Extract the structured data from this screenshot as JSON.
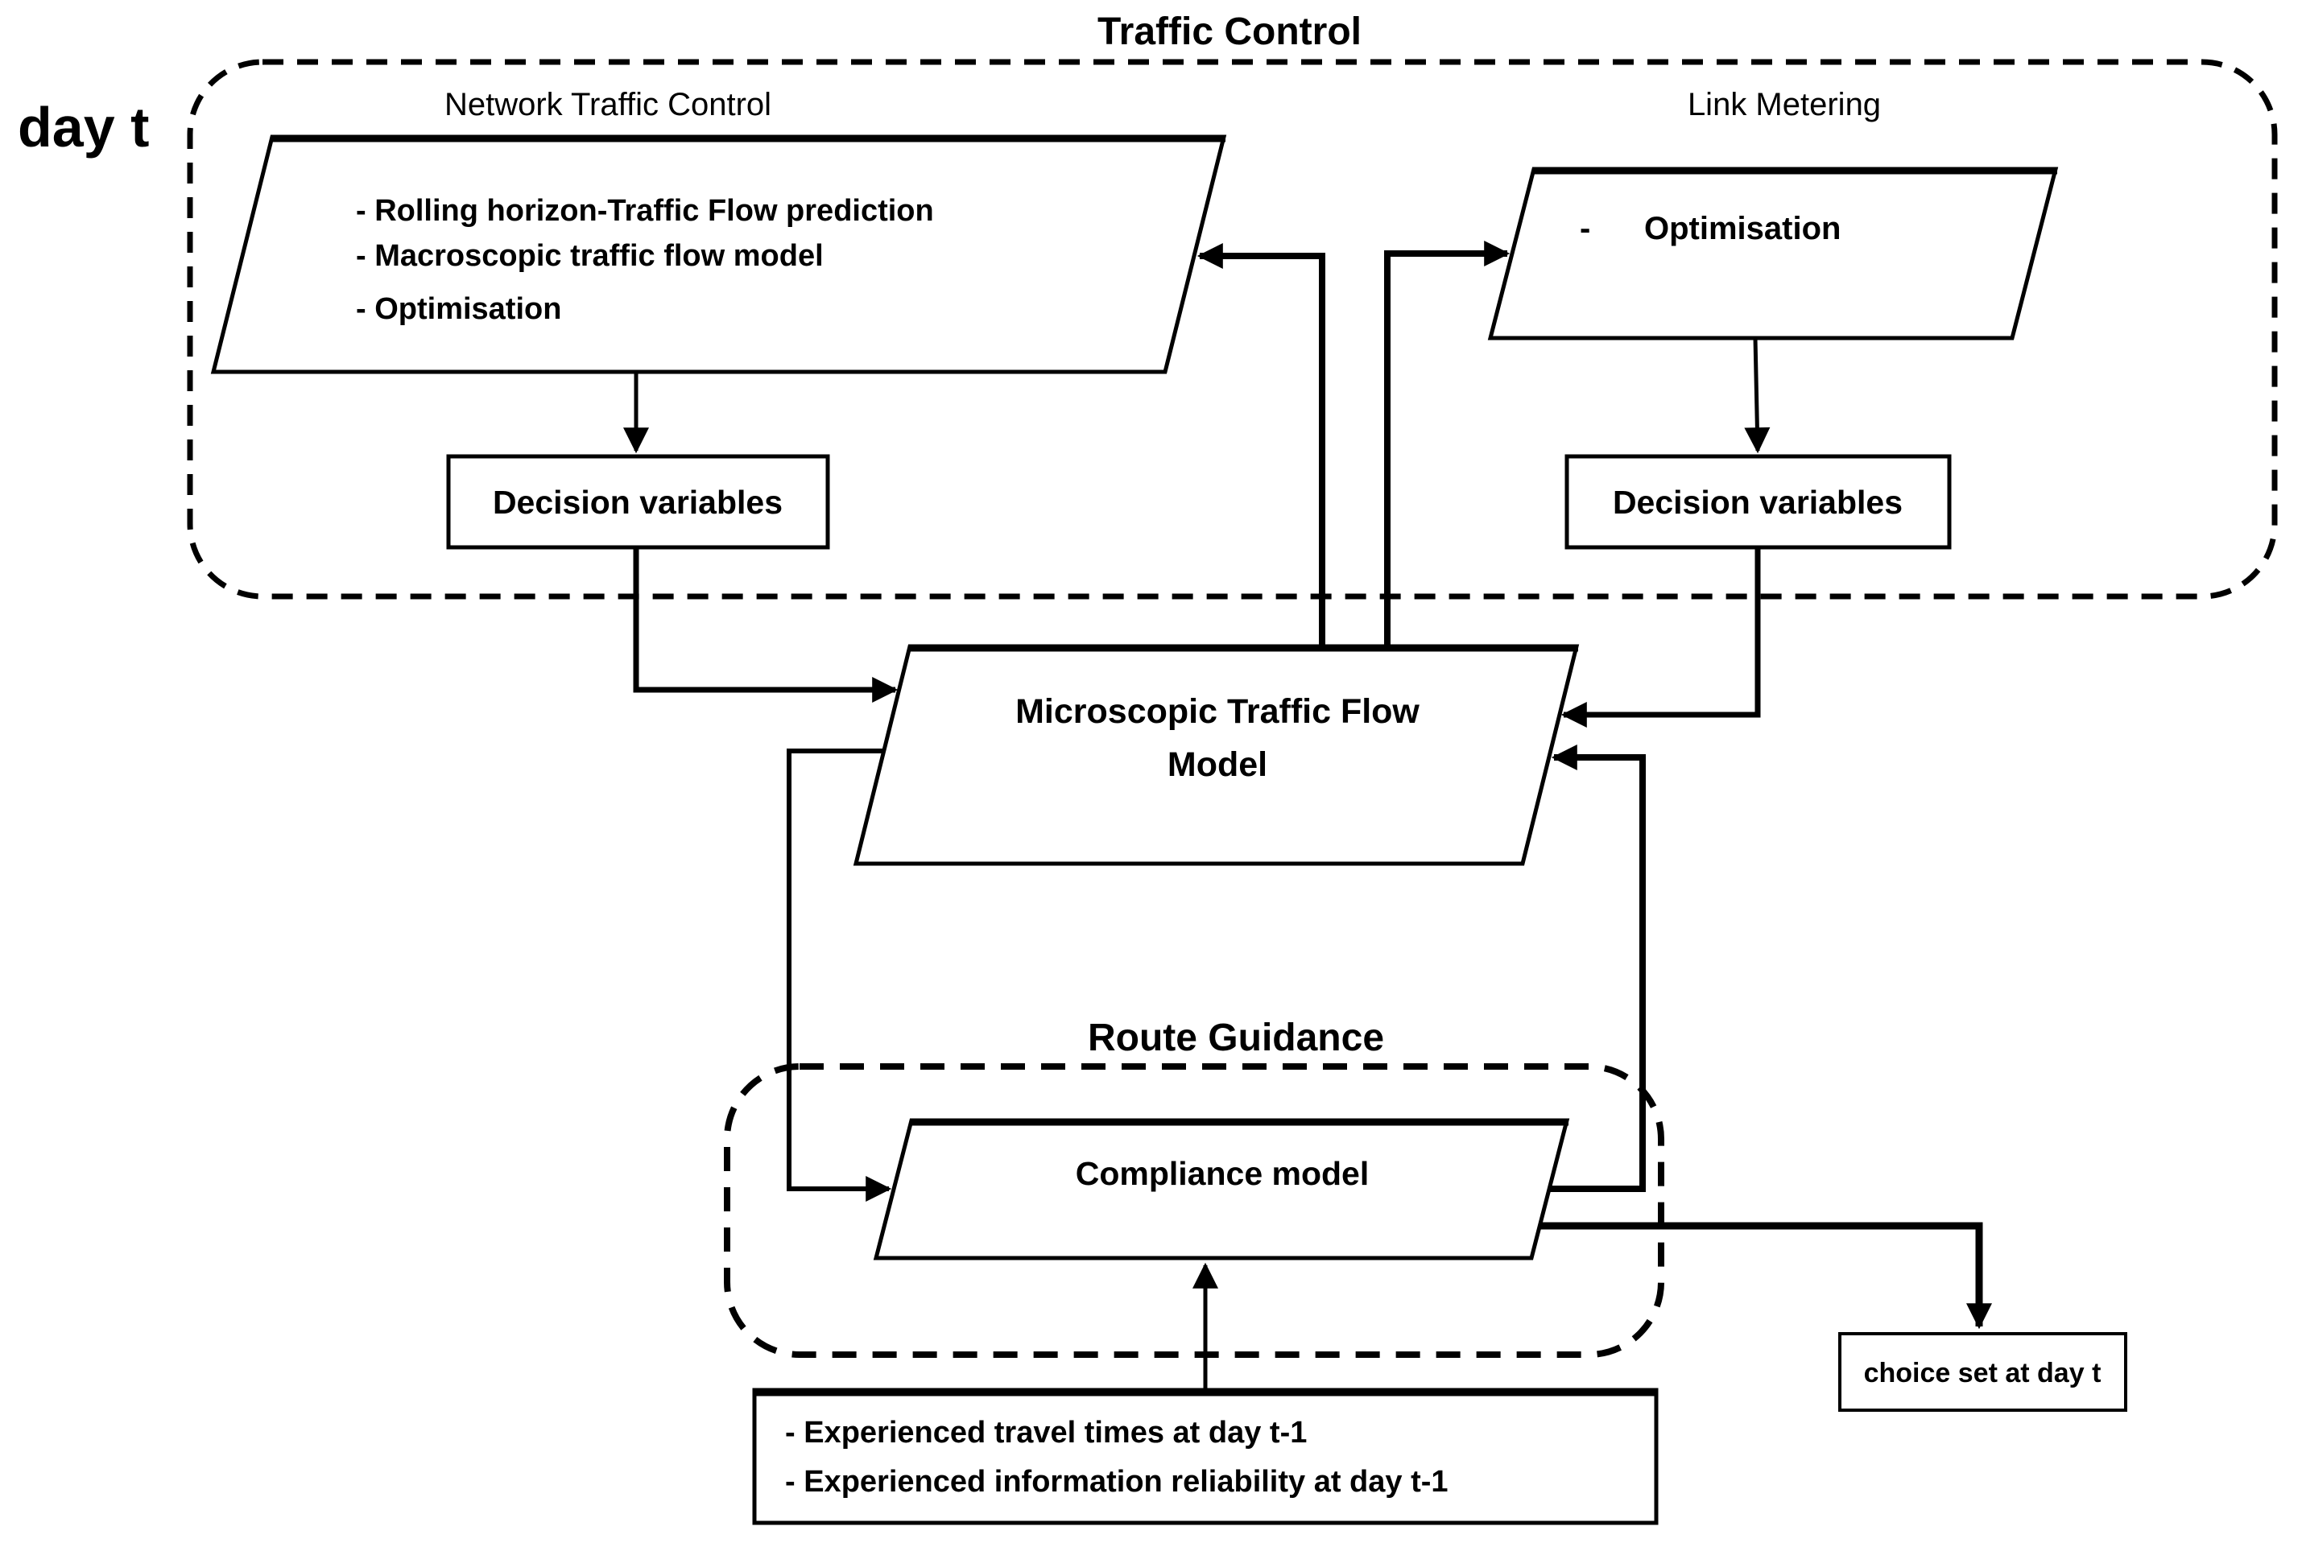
{
  "colors": {
    "ink": "#000000",
    "background": "#ffffff"
  },
  "titles": {
    "traffic_control": "Traffic Control",
    "route_guidance": "Route Guidance",
    "day": "day t"
  },
  "group_labels": {
    "network_traffic_control": "Network Traffic Control",
    "link_metering": "Link Metering"
  },
  "nodes": {
    "network_control": {
      "bullets": [
        "- Rolling horizon-Traffic Flow prediction",
        "- Macroscopic traffic flow model",
        "- Optimisation"
      ]
    },
    "link_metering": {
      "dash": "-",
      "label": "Optimisation"
    },
    "decision_left": {
      "label": "Decision variables"
    },
    "decision_right": {
      "label": "Decision variables"
    },
    "microscopic": {
      "line1": "Microscopic Traffic Flow",
      "line2": "Model"
    },
    "compliance": {
      "label": "Compliance model"
    },
    "experience": {
      "bullets": [
        "- Experienced travel times at day t-1",
        "- Experienced information reliability at day t-1"
      ]
    },
    "choice_set": {
      "label": "choice set at day t"
    }
  }
}
